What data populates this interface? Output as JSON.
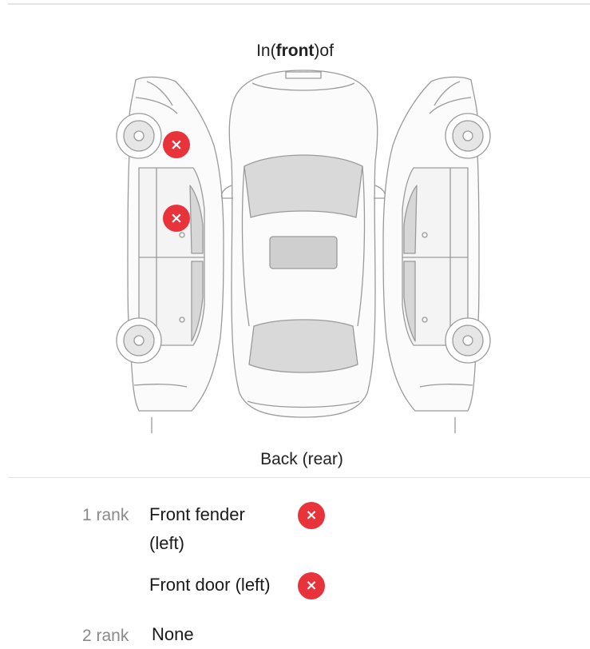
{
  "diagram": {
    "front_prefix": "In(",
    "front_bold": "front",
    "front_suffix": ")of",
    "back_label": "Back (rear)",
    "mark_glyph": "×",
    "accent_color": "#e8333b"
  },
  "damage_list": {
    "ranks": [
      {
        "rank_label": "1 rank",
        "parts": [
          {
            "label": "Front fender (left)",
            "line1": "Front fender",
            "line2": "(left)",
            "icon": "x-mark-icon"
          },
          {
            "label": "Front door (left)",
            "icon": "x-mark-icon"
          }
        ]
      },
      {
        "rank_label": "2 rank",
        "parts": [
          {
            "label": "None"
          }
        ]
      }
    ]
  }
}
